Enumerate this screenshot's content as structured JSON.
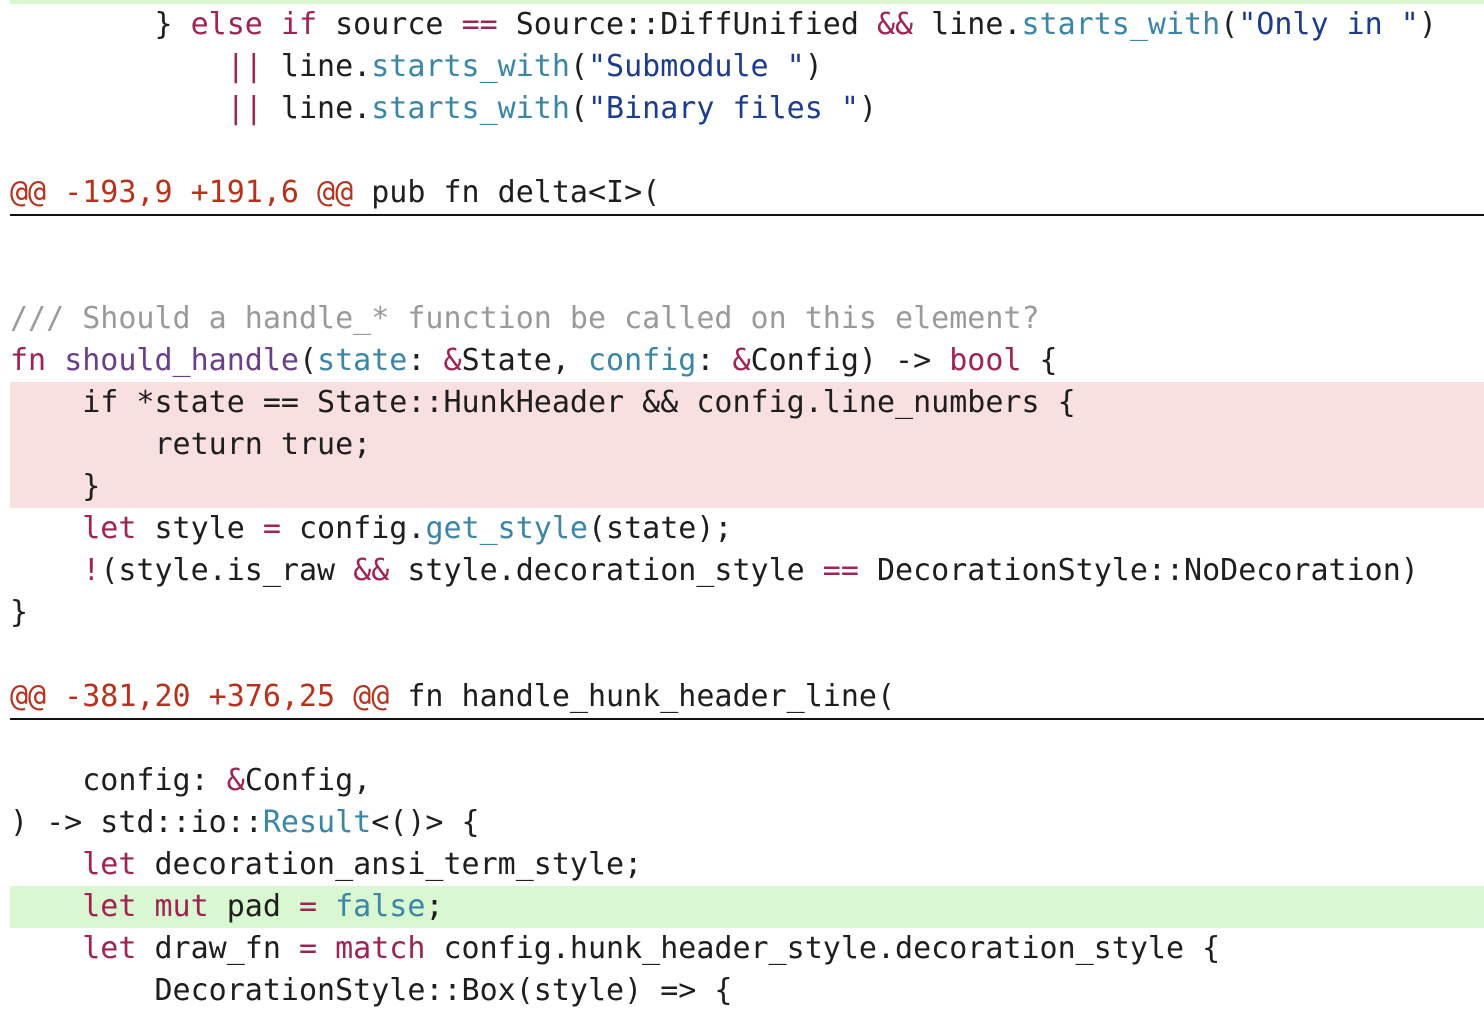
{
  "colors": {
    "added_bg": "#d9f7d0",
    "removed_bg": "#f8dfe0",
    "keyword": "#a02356",
    "function": "#3a86a8",
    "string": "#1c3c8e",
    "comment": "#9a9a9a",
    "hunk": "#b7321d"
  },
  "lines": [
    {
      "kind": "context",
      "tokens": [
        {
          "t": "        } ",
          "c": "plain"
        },
        {
          "t": "else",
          "c": "kw"
        },
        {
          "t": " ",
          "c": "plain"
        },
        {
          "t": "if",
          "c": "kw"
        },
        {
          "t": " source ",
          "c": "plain"
        },
        {
          "t": "==",
          "c": "op"
        },
        {
          "t": " Source::DiffUnified ",
          "c": "plain"
        },
        {
          "t": "&&",
          "c": "op"
        },
        {
          "t": " line.",
          "c": "plain"
        },
        {
          "t": "starts_with",
          "c": "fn"
        },
        {
          "t": "(",
          "c": "plain"
        },
        {
          "t": "\"Only in \"",
          "c": "str"
        },
        {
          "t": ")",
          "c": "plain"
        }
      ]
    },
    {
      "kind": "context",
      "tokens": [
        {
          "t": "            ",
          "c": "plain"
        },
        {
          "t": "||",
          "c": "op"
        },
        {
          "t": " line.",
          "c": "plain"
        },
        {
          "t": "starts_with",
          "c": "fn"
        },
        {
          "t": "(",
          "c": "plain"
        },
        {
          "t": "\"Submodule \"",
          "c": "str"
        },
        {
          "t": ")",
          "c": "plain"
        }
      ]
    },
    {
      "kind": "context",
      "tokens": [
        {
          "t": "            ",
          "c": "plain"
        },
        {
          "t": "||",
          "c": "op"
        },
        {
          "t": " line.",
          "c": "plain"
        },
        {
          "t": "starts_with",
          "c": "fn"
        },
        {
          "t": "(",
          "c": "plain"
        },
        {
          "t": "\"Binary files \"",
          "c": "str"
        },
        {
          "t": ")",
          "c": "plain"
        }
      ]
    },
    {
      "kind": "blank",
      "tokens": []
    },
    {
      "kind": "hunk",
      "tokens": [
        {
          "t": "@@ -193,9 +191,6 @@",
          "c": "hunk"
        },
        {
          "t": " pub fn delta<I>(",
          "c": "plain"
        }
      ]
    },
    {
      "kind": "rule",
      "tokens": []
    },
    {
      "kind": "blank",
      "tokens": []
    },
    {
      "kind": "context",
      "tokens": [
        {
          "t": "/// Should a handle_* function be called on this element?",
          "c": "cmt"
        }
      ]
    },
    {
      "kind": "context",
      "tokens": [
        {
          "t": "fn",
          "c": "kw"
        },
        {
          "t": " ",
          "c": "plain"
        },
        {
          "t": "should_handle",
          "c": "name"
        },
        {
          "t": "(",
          "c": "plain"
        },
        {
          "t": "state",
          "c": "fn"
        },
        {
          "t": ": ",
          "c": "plain"
        },
        {
          "t": "&",
          "c": "op"
        },
        {
          "t": "State, ",
          "c": "plain"
        },
        {
          "t": "config",
          "c": "fn"
        },
        {
          "t": ": ",
          "c": "plain"
        },
        {
          "t": "&",
          "c": "op"
        },
        {
          "t": "Config) -> ",
          "c": "plain"
        },
        {
          "t": "bool",
          "c": "kw"
        },
        {
          "t": " {",
          "c": "plain"
        }
      ]
    },
    {
      "kind": "removed",
      "tokens": [
        {
          "t": "    if *state == State::HunkHeader && config.line_numbers {",
          "c": "plain"
        }
      ]
    },
    {
      "kind": "removed",
      "tokens": [
        {
          "t": "        return true;",
          "c": "plain"
        }
      ]
    },
    {
      "kind": "removed",
      "tokens": [
        {
          "t": "    }",
          "c": "plain"
        }
      ]
    },
    {
      "kind": "context",
      "tokens": [
        {
          "t": "    ",
          "c": "plain"
        },
        {
          "t": "let",
          "c": "kw"
        },
        {
          "t": " style ",
          "c": "plain"
        },
        {
          "t": "=",
          "c": "op"
        },
        {
          "t": " config.",
          "c": "plain"
        },
        {
          "t": "get_style",
          "c": "fn"
        },
        {
          "t": "(state);",
          "c": "plain"
        }
      ]
    },
    {
      "kind": "context",
      "tokens": [
        {
          "t": "    ",
          "c": "plain"
        },
        {
          "t": "!",
          "c": "op"
        },
        {
          "t": "(style.is_raw ",
          "c": "plain"
        },
        {
          "t": "&&",
          "c": "op"
        },
        {
          "t": " style.decoration_style ",
          "c": "plain"
        },
        {
          "t": "==",
          "c": "op"
        },
        {
          "t": " DecorationStyle::NoDecoration)",
          "c": "plain"
        }
      ]
    },
    {
      "kind": "context",
      "tokens": [
        {
          "t": "}",
          "c": "plain"
        }
      ]
    },
    {
      "kind": "blank",
      "tokens": []
    },
    {
      "kind": "hunk",
      "tokens": [
        {
          "t": "@@ -381,20 +376,25 @@",
          "c": "hunk"
        },
        {
          "t": " fn handle_hunk_header_line(",
          "c": "plain"
        }
      ]
    },
    {
      "kind": "rule",
      "tokens": []
    },
    {
      "kind": "context",
      "tokens": [
        {
          "t": "    config: ",
          "c": "plain"
        },
        {
          "t": "&",
          "c": "op"
        },
        {
          "t": "Config,",
          "c": "plain"
        }
      ]
    },
    {
      "kind": "context",
      "tokens": [
        {
          "t": ") -> std::io::",
          "c": "plain"
        },
        {
          "t": "Result",
          "c": "type"
        },
        {
          "t": "<()> {",
          "c": "plain"
        }
      ]
    },
    {
      "kind": "context",
      "tokens": [
        {
          "t": "    ",
          "c": "plain"
        },
        {
          "t": "let",
          "c": "kw"
        },
        {
          "t": " decoration_ansi_term_style;",
          "c": "plain"
        }
      ]
    },
    {
      "kind": "added",
      "tokens": [
        {
          "t": "    ",
          "c": "plain"
        },
        {
          "t": "let",
          "c": "kw"
        },
        {
          "t": " ",
          "c": "plain"
        },
        {
          "t": "mut",
          "c": "kw"
        },
        {
          "t": " pad ",
          "c": "plain"
        },
        {
          "t": "=",
          "c": "op"
        },
        {
          "t": " ",
          "c": "plain"
        },
        {
          "t": "false",
          "c": "fn"
        },
        {
          "t": ";",
          "c": "plain"
        }
      ]
    },
    {
      "kind": "context",
      "tokens": [
        {
          "t": "    ",
          "c": "plain"
        },
        {
          "t": "let",
          "c": "kw"
        },
        {
          "t": " draw_fn ",
          "c": "plain"
        },
        {
          "t": "=",
          "c": "op"
        },
        {
          "t": " ",
          "c": "plain"
        },
        {
          "t": "match",
          "c": "kw"
        },
        {
          "t": " config.hunk_header_style.decoration_style {",
          "c": "plain"
        }
      ]
    },
    {
      "kind": "context",
      "tokens": [
        {
          "t": "        DecorationStyle::Box(style) => {",
          "c": "plain"
        }
      ]
    }
  ]
}
